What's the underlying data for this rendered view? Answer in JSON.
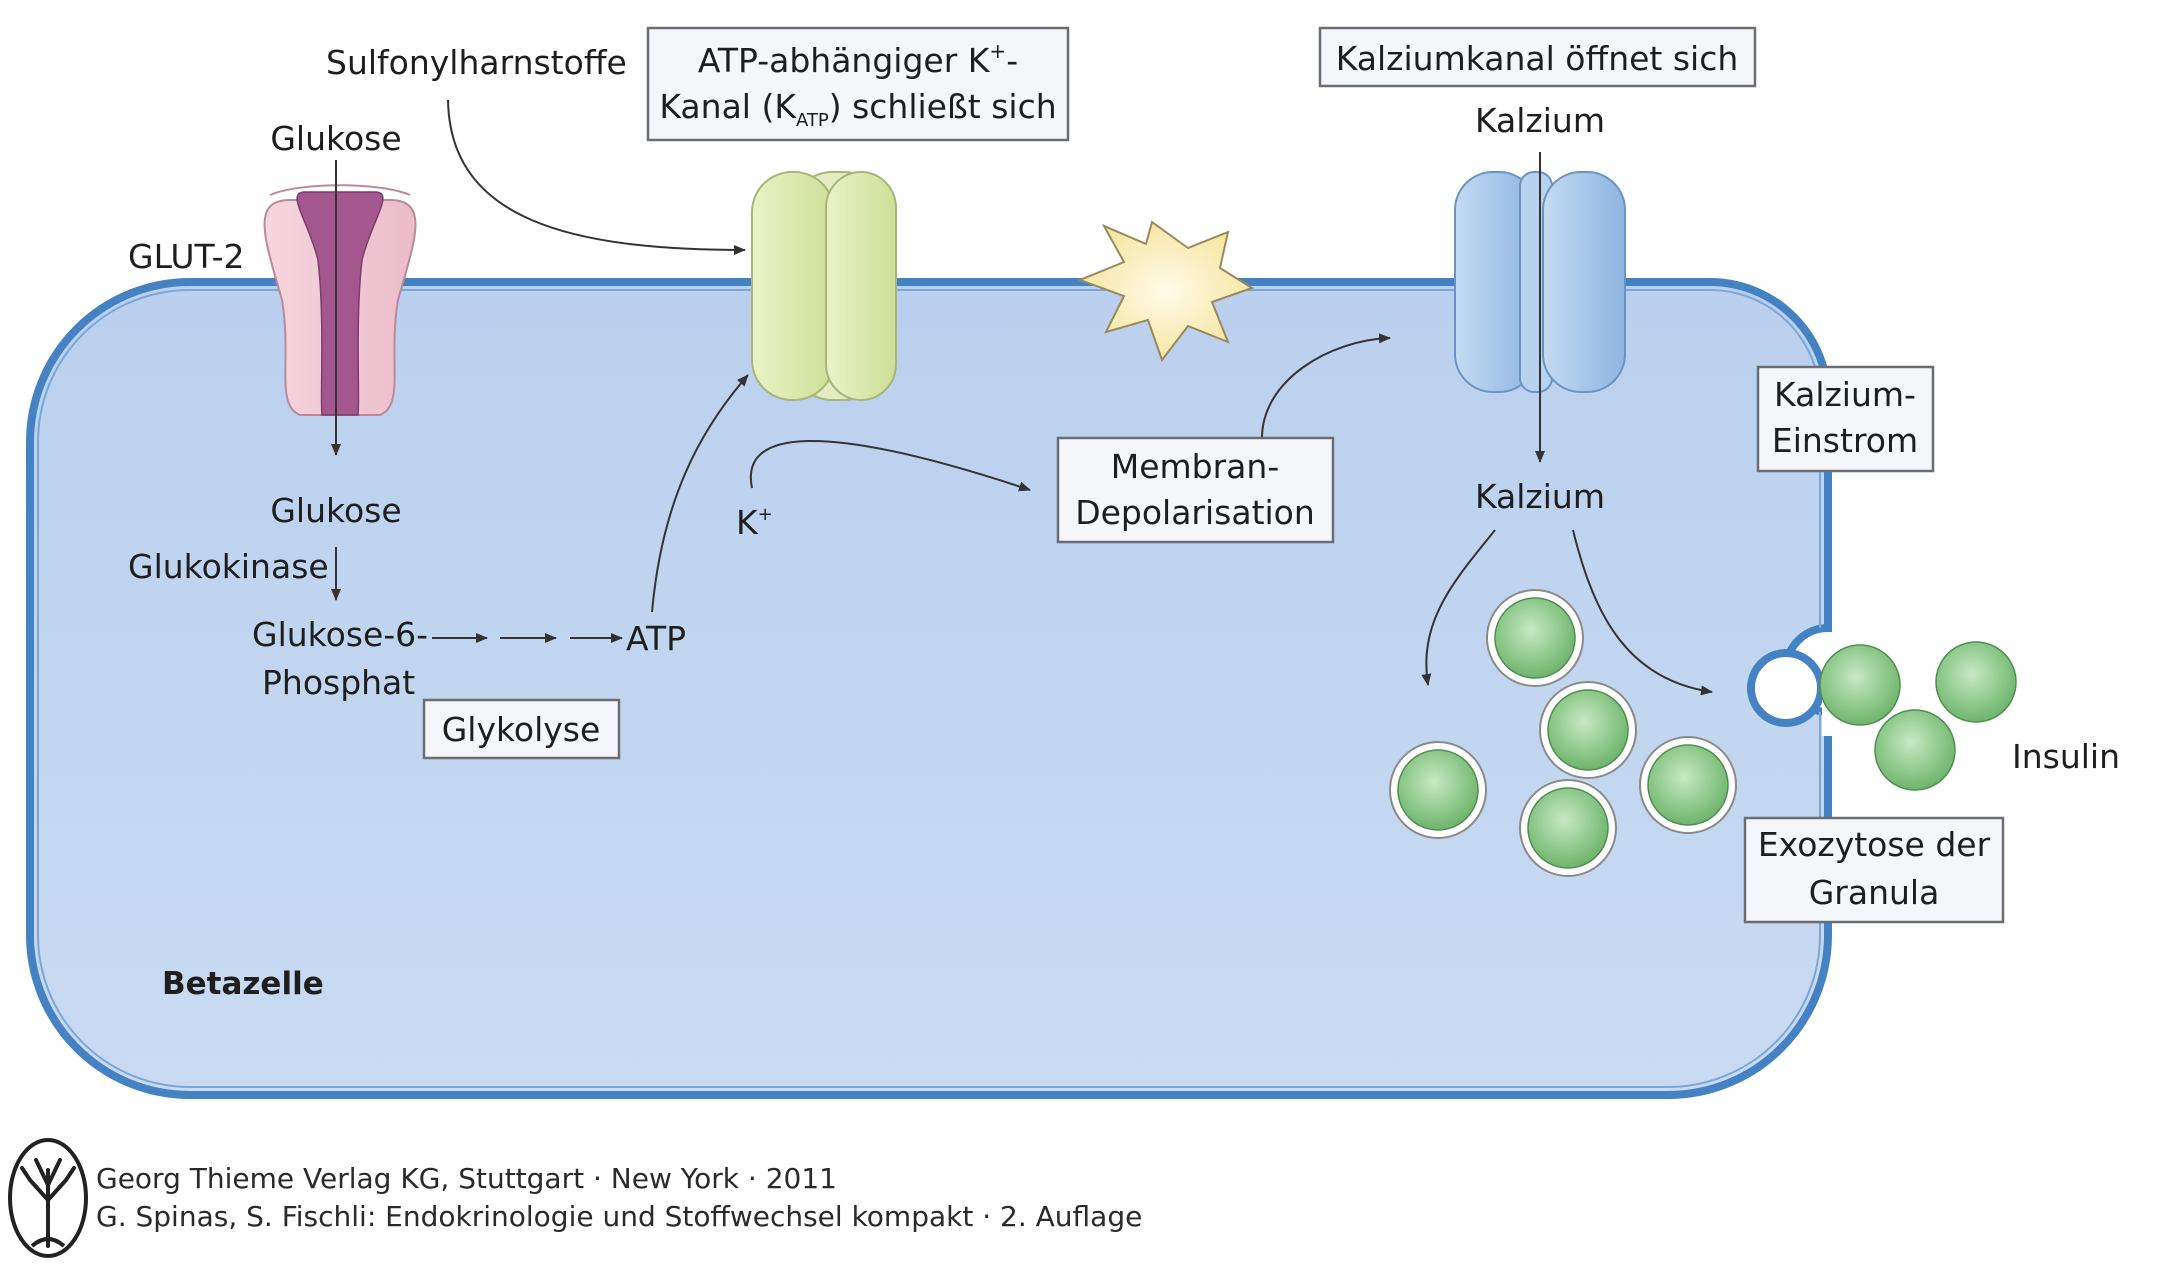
{
  "labels": {
    "sulfonylharnstoffe": "Sulfonylharnstoffe",
    "glukose_top": "Glukose",
    "glut2": "GLUT-2",
    "glukose_mid": "Glukose",
    "glukokinase": "Glukokinase",
    "g6p_line1": "Glukose-6-",
    "g6p_line2": "Phosphat",
    "atp": "ATP",
    "glykolyse": "Glykolyse",
    "katp_line1": "ATP-abhängiger K",
    "katp_sup": "+",
    "katp_dash": "-",
    "katp_line2_pre": "Kanal (K",
    "katp_sub": "ATP",
    "katp_line2_post": ") schließt sich",
    "k_ion": "K",
    "k_sup": "+",
    "membran_line1": "Membran-",
    "membran_line2": "Depolarisation",
    "kalziumkanal": "Kalziumkanal öffnet sich",
    "kalzium_top": "Kalzium",
    "kalzium_inner": "Kalzium",
    "einstrom_line1": "Kalzium-",
    "einstrom_line2": "Einstrom",
    "insulin": "Insulin",
    "exozytose_line1": "Exozytose der",
    "exozytose_line2": "Granula",
    "betazelle": "Betazelle"
  },
  "credits": {
    "line1": "Georg Thieme Verlag KG, Stuttgart · New York · 2011",
    "line2": "G. Spinas, S. Fischli: Endokrinologie und Stoffwechsel kompakt · 2. Auflage"
  },
  "logo": {
    "name": "tree-logo"
  },
  "colors": {
    "cell_fill": "#c2d6f0",
    "cell_stroke": "#3f7ec1",
    "glut_outer": "#f0c7d2",
    "glut_inner": "#a3578e",
    "katp_channel": "#deebb4",
    "ca_channel": "#a8c8ea",
    "star": "#fbedb6",
    "granule": "#8cc88c"
  }
}
